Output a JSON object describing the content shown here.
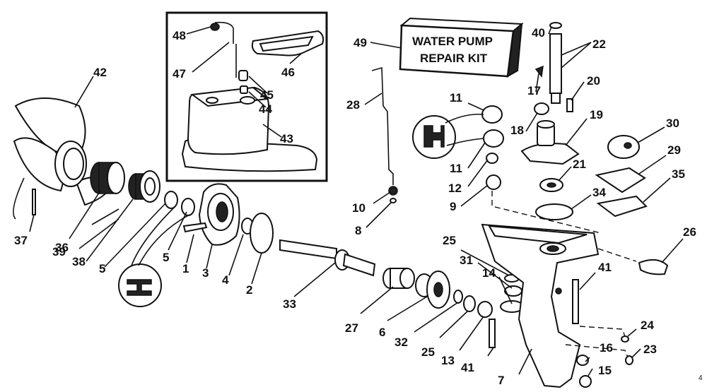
{
  "kit_label": {
    "line1": "WATER PUMP",
    "line2": "REPAIR KIT"
  },
  "page_number": "4",
  "callouts": {
    "c1": "1",
    "c2": "2",
    "c3": "3",
    "c4": "4",
    "c5a": "5",
    "c5b": "5",
    "c6": "6",
    "c7": "7",
    "c8": "8",
    "c9": "9",
    "c10": "10",
    "c11a": "11",
    "c11b": "11",
    "c12": "12",
    "c13": "13",
    "c14": "14",
    "c15": "15",
    "c16": "16",
    "c17": "17",
    "c18": "18",
    "c19": "19",
    "c20": "20",
    "c21": "21",
    "c22": "22",
    "c23": "23",
    "c24": "24",
    "c25a": "25",
    "c25b": "25",
    "c26": "26",
    "c27": "27",
    "c28": "28",
    "c29": "29",
    "c30": "30",
    "c31": "31",
    "c32": "32",
    "c33": "33",
    "c34": "34",
    "c35": "35",
    "c36": "36",
    "c37": "37",
    "c38": "38",
    "c39": "39",
    "c40": "40",
    "c41a": "41",
    "c41b": "41",
    "c42": "42",
    "c43": "43",
    "c44": "44",
    "c45": "45",
    "c46": "46",
    "c47": "47",
    "c48": "48",
    "c49": "49"
  }
}
